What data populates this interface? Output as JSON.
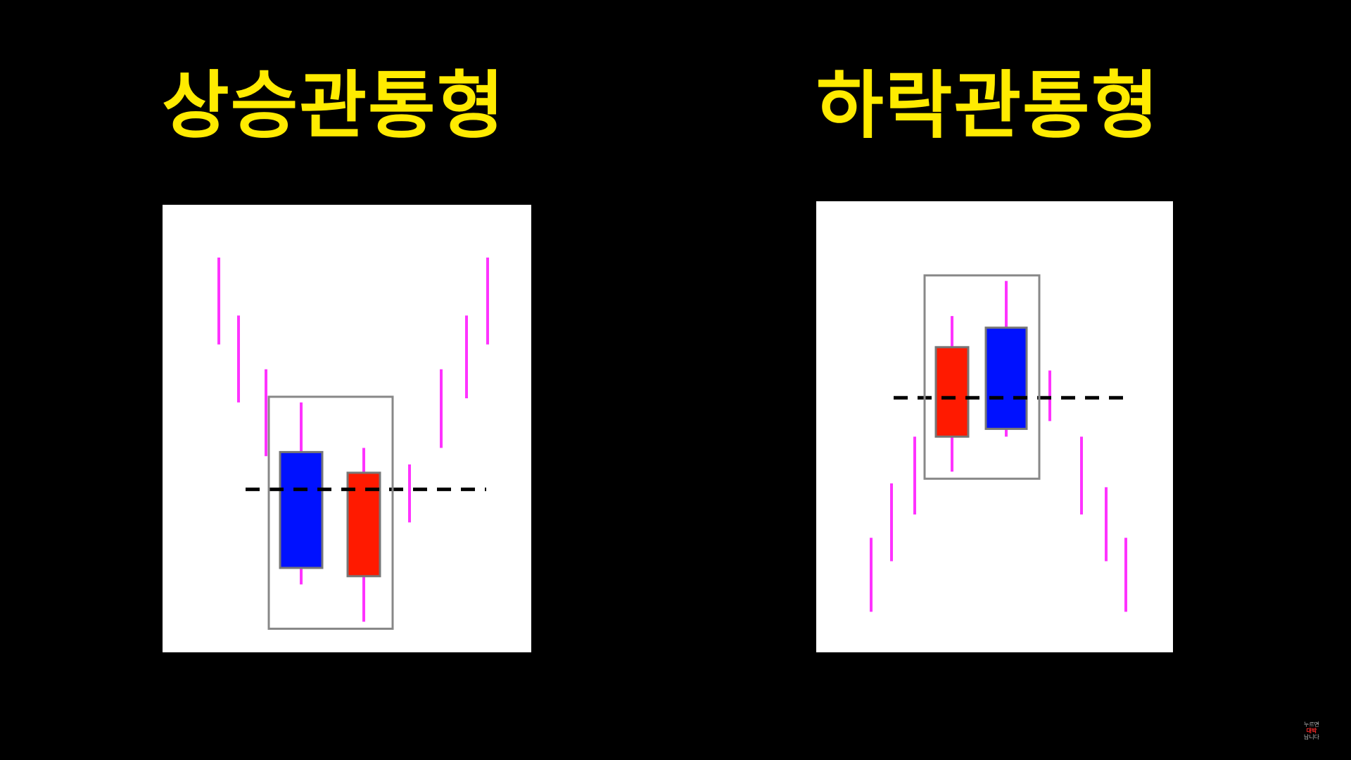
{
  "titles": {
    "left": "상승관통형",
    "right": "하락관통형"
  },
  "colors": {
    "background": "#000000",
    "title": "#ffeb00",
    "wick": "#ff33ff",
    "bull_body": "#ff1a00",
    "bear_body": "#0011ff",
    "body_border": "#777777",
    "highlight_box": "#888888",
    "dash_line": "#000000",
    "panel": "#ffffff"
  },
  "diagrams": [
    {
      "name": "bullish-piercing",
      "candles": [
        {
          "type": "line",
          "high": 92,
          "low": 71
        },
        {
          "type": "line",
          "high": 78,
          "low": 57
        },
        {
          "type": "line",
          "high": 65,
          "low": 44
        },
        {
          "type": "body",
          "color": "blue",
          "high": 57,
          "open": 45,
          "close": 17,
          "low": 13
        },
        {
          "type": "body",
          "color": "red",
          "high": 46,
          "open": 15,
          "close": 40,
          "low": 4
        },
        {
          "type": "line",
          "high": 42,
          "low": 28
        },
        {
          "type": "line",
          "high": 65,
          "low": 46
        },
        {
          "type": "line",
          "high": 78,
          "low": 58
        },
        {
          "type": "line",
          "high": 92,
          "low": 71
        }
      ],
      "dash_level": 36,
      "highlight": {
        "from": 3,
        "to": 4
      }
    },
    {
      "name": "bearish-dark-cloud",
      "candles": [
        {
          "type": "line",
          "high": 24,
          "low": 5
        },
        {
          "type": "line",
          "high": 38,
          "low": 18
        },
        {
          "type": "line",
          "high": 50,
          "low": 30
        },
        {
          "type": "body",
          "color": "red",
          "high": 81,
          "open": 50,
          "close": 73,
          "low": 41
        },
        {
          "type": "body",
          "color": "blue",
          "high": 90,
          "open": 78,
          "close": 52,
          "low": 50
        },
        {
          "type": "line",
          "high": 67,
          "low": 54
        },
        {
          "type": "line",
          "high": 50,
          "low": 30
        },
        {
          "type": "line",
          "high": 37,
          "low": 18
        },
        {
          "type": "line",
          "high": 24,
          "low": 5
        }
      ],
      "dash_level": 60,
      "highlight": {
        "from": 3,
        "to": 4
      }
    }
  ],
  "logo": {
    "line1": "누르면",
    "line2": "대박",
    "line3": "납니다"
  }
}
